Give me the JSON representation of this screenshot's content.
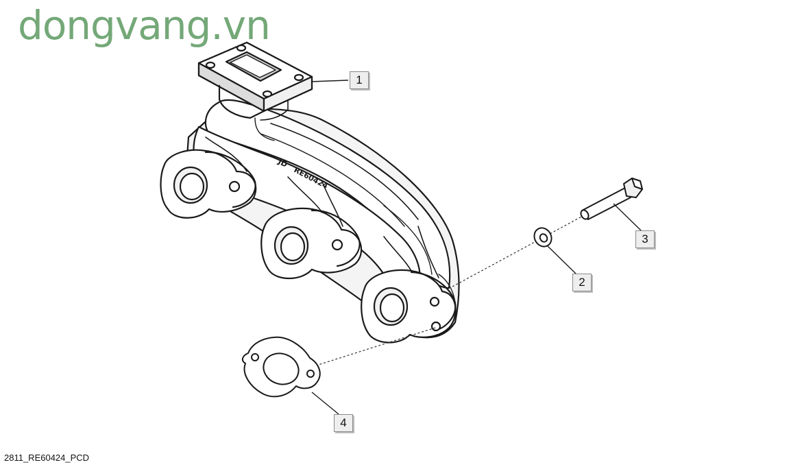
{
  "watermark": {
    "text": "dongvang.vn",
    "color": "#74a878"
  },
  "footer": {
    "code": "2811_RE60424_PCD"
  },
  "callouts": [
    {
      "id": "1",
      "label": "1"
    },
    {
      "id": "2",
      "label": "2"
    },
    {
      "id": "3",
      "label": "3"
    },
    {
      "id": "4",
      "label": "4"
    }
  ],
  "parts": [
    {
      "callout": "1",
      "icon": "exhaust-manifold-icon"
    },
    {
      "callout": "2",
      "icon": "washer-icon"
    },
    {
      "callout": "3",
      "icon": "bolt-icon"
    },
    {
      "callout": "4",
      "icon": "gasket-icon"
    }
  ],
  "colors": {
    "line": "#1a1a1a",
    "callout_fill": "#eeeeee",
    "callout_border": "#8a8a8a"
  }
}
